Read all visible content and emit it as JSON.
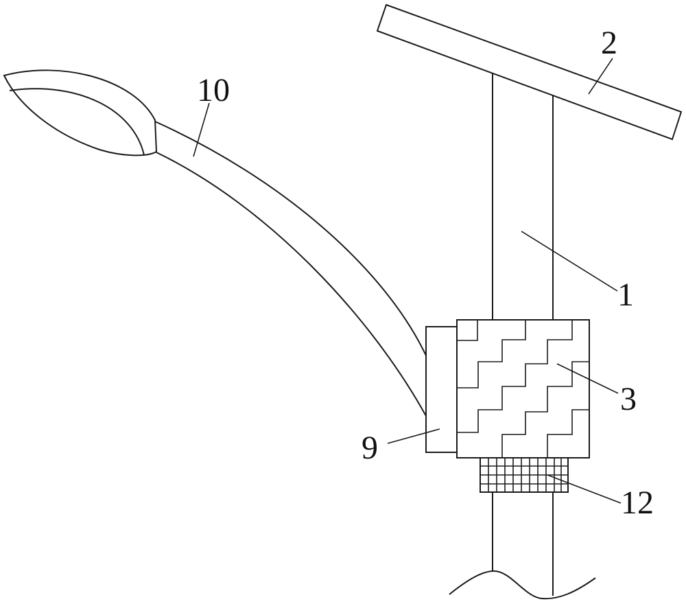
{
  "labels": {
    "pole": "1",
    "solar_panel": "2",
    "box": "3",
    "clamp": "9",
    "arm": "10",
    "mesh_ring": "12"
  }
}
